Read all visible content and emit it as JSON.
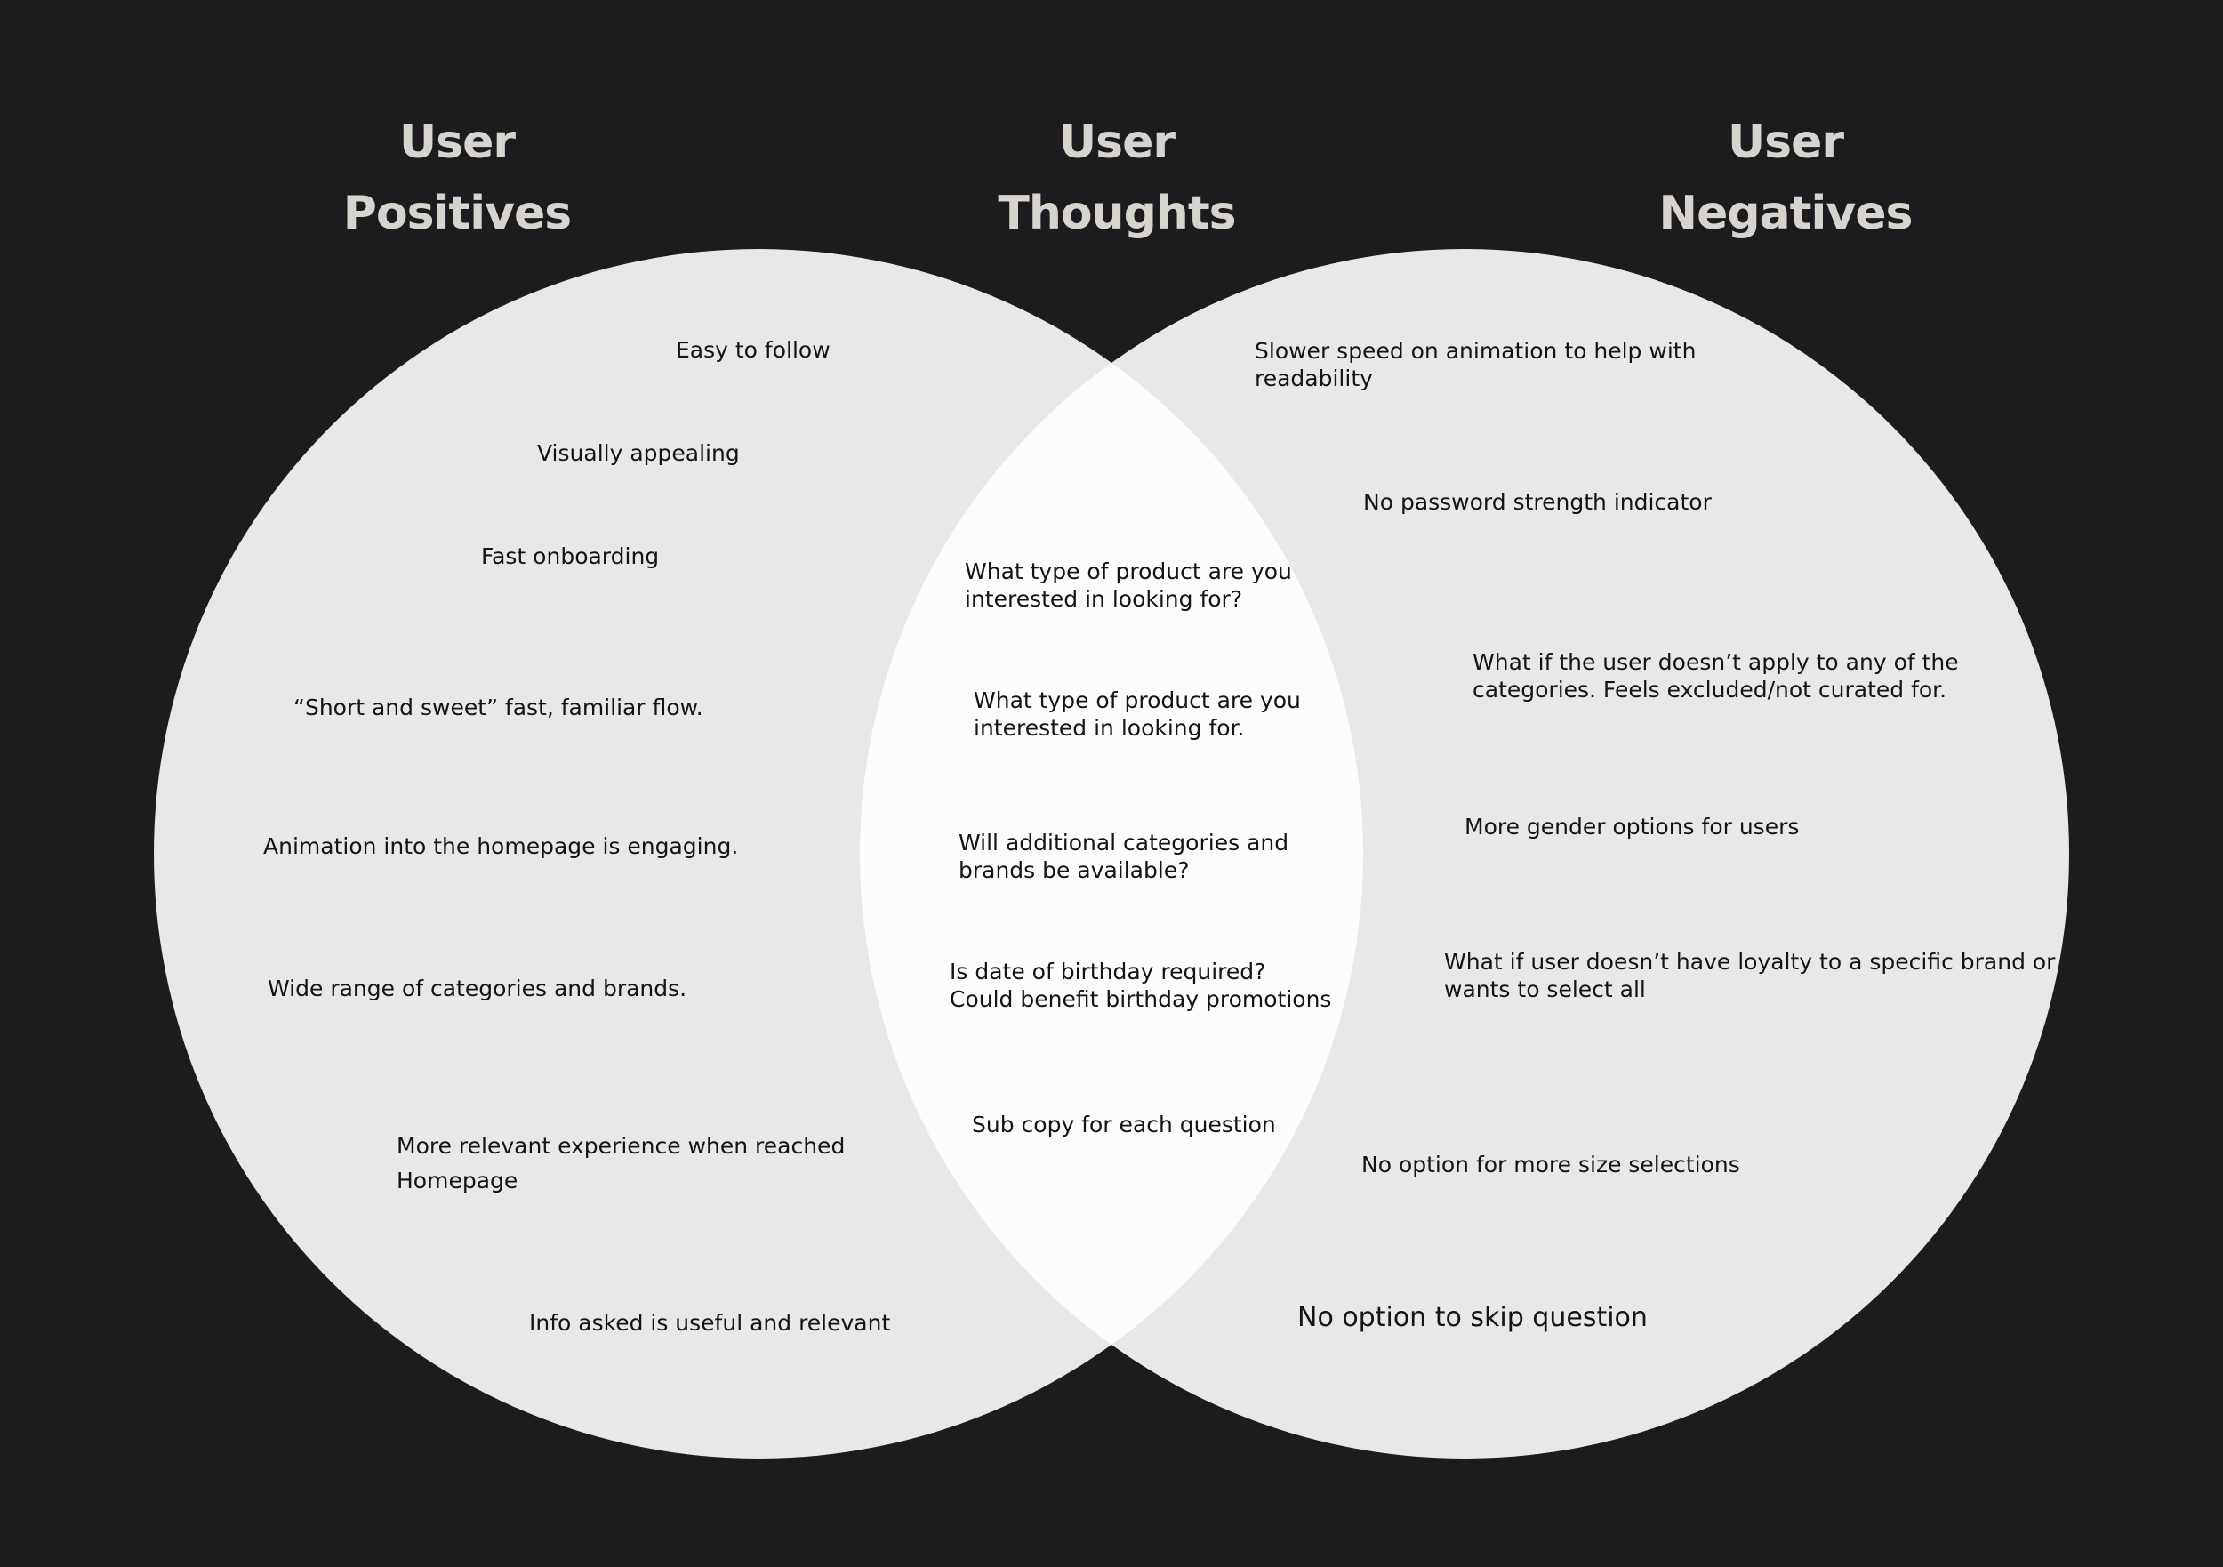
{
  "colors": {
    "background": "#1c1c1e",
    "circle_fill": "#e8e8e8",
    "overlap_fill": "#fcfcfc",
    "heading_text": "#d7d4cf",
    "body_text": "#141414"
  },
  "headings": {
    "positives": {
      "line1": "User",
      "line2": "Positives"
    },
    "thoughts": {
      "line1": "User",
      "line2": "Thoughts"
    },
    "negatives": {
      "line1": "User",
      "line2": "Negatives"
    }
  },
  "positives": [
    {
      "text": "Easy to follow"
    },
    {
      "text": "Visually appealing"
    },
    {
      "text": "Fast onboarding"
    },
    {
      "text": "“Short and sweet” fast, familiar flow."
    },
    {
      "text": "Animation into the homepage is engaging."
    },
    {
      "text": "Wide range of categories and brands."
    },
    {
      "line1": "More relevant experience when reached",
      "line2": "Homepage"
    },
    {
      "text": "Info asked is useful and relevant"
    }
  ],
  "thoughts": [
    {
      "line1": "What type of product are you",
      "line2": "interested in looking for?"
    },
    {
      "line1": "What type of product are you",
      "line2": "interested in looking for."
    },
    {
      "line1": "Will additional categories and",
      "line2": "brands be available?"
    },
    {
      "line1": "Is date of birthday required?",
      "line2": "Could benefit birthday promotions"
    },
    {
      "text": "Sub copy for each question"
    }
  ],
  "negatives": [
    {
      "line1": "Slower speed on animation to help with",
      "line2": "readability"
    },
    {
      "text": "No password strength indicator"
    },
    {
      "line1": "What if the user doesn’t apply to any of the",
      "line2": "categories. Feels excluded/not curated for."
    },
    {
      "text": "More gender options for users"
    },
    {
      "line1": "What if user doesn’t have loyalty to a specific brand or",
      "line2": "wants to select all"
    },
    {
      "text": "No option for more size selections"
    },
    {
      "text": "No option to skip question"
    }
  ]
}
